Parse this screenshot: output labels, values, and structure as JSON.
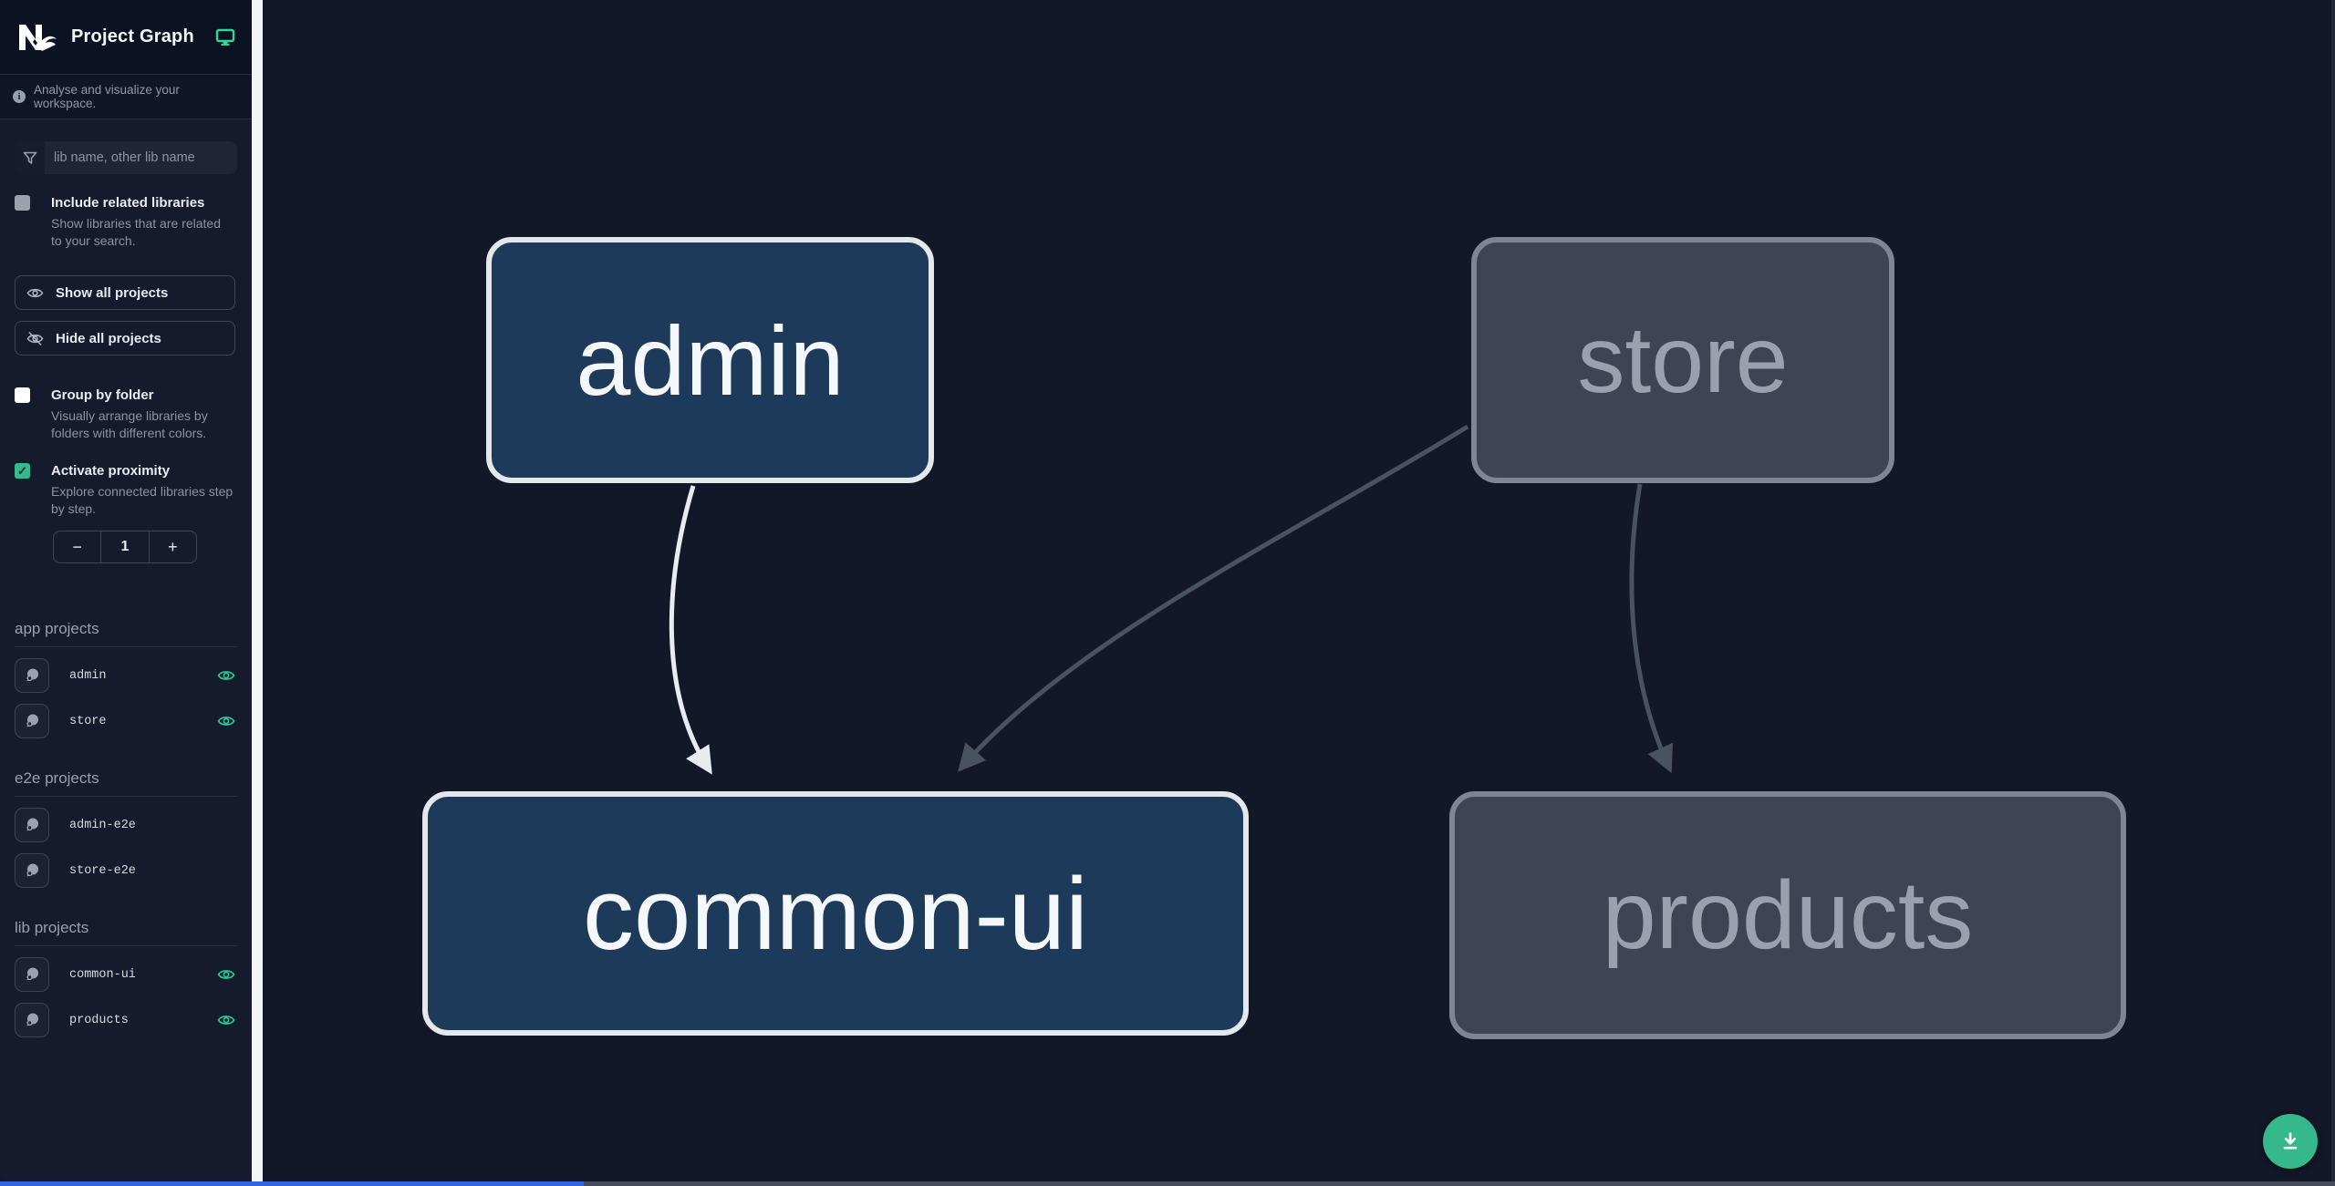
{
  "app": {
    "title": "Project Graph"
  },
  "sidebar": {
    "tagline": "Analyse and visualize your workspace.",
    "search": {
      "placeholder": "lib name, other lib name"
    },
    "include_related": {
      "label": "Include related libraries",
      "desc": "Show libraries that are related to your search.",
      "checked": false
    },
    "buttons": {
      "show_all": "Show all projects",
      "hide_all": "Hide all projects"
    },
    "group_by_folder": {
      "label": "Group by folder",
      "desc": "Visually arrange libraries by folders with different colors.",
      "checked": false
    },
    "proximity": {
      "label": "Activate proximity",
      "desc": "Explore connected libraries step by step.",
      "checked": true,
      "decrement": "−",
      "depth_value": "1",
      "increment": "+"
    },
    "sections": [
      {
        "heading": "app projects",
        "items": [
          {
            "name": "admin",
            "eye": true
          },
          {
            "name": "store",
            "eye": true
          }
        ]
      },
      {
        "heading": "e2e projects",
        "items": [
          {
            "name": "admin-e2e",
            "eye": false
          },
          {
            "name": "store-e2e",
            "eye": false
          }
        ]
      },
      {
        "heading": "lib projects",
        "items": [
          {
            "name": "common-ui",
            "eye": true
          },
          {
            "name": "products",
            "eye": true
          }
        ]
      }
    ]
  },
  "graph": {
    "nodes": [
      {
        "label": "admin",
        "state": "focused"
      },
      {
        "label": "store",
        "state": "muted"
      },
      {
        "label": "common-ui",
        "state": "focused"
      },
      {
        "label": "products",
        "state": "muted"
      }
    ],
    "edges": [
      {
        "from": "admin",
        "to": "common-ui",
        "style": "highlighted"
      },
      {
        "from": "store",
        "to": "common-ui",
        "style": "muted"
      },
      {
        "from": "store",
        "to": "products",
        "style": "muted"
      }
    ]
  },
  "icons": {
    "logo": "nx-logo",
    "header_right": "monitor-icon",
    "info": "info-icon",
    "search": "funnel-icon",
    "show_all": "eye-icon",
    "hide_all": "eye-off-icon",
    "project_row_left": "focus-icon",
    "project_row_right": "eye-icon",
    "fab": "download-icon"
  },
  "colors": {
    "accent_teal": "#34b88c",
    "eye_icon_green": "#2fc392",
    "focused_node_fill": "#1d3a5b",
    "focused_node_border": "#e4e8ed",
    "muted_node_fill": "#3d4453",
    "muted_node_border": "#7e8593",
    "highlighted_edge": "#e8ebef",
    "muted_edge": "#49525f",
    "hscroll_thumb_blue": "#3563e6",
    "fab_background": "#35b98c",
    "canvas_background": "#121828",
    "sidebar_background": "#141b2c"
  }
}
